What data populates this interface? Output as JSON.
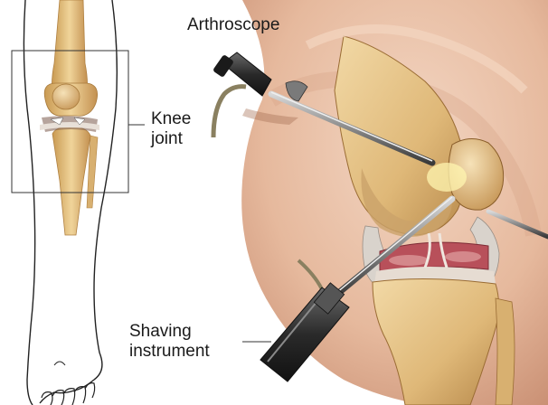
{
  "labels": {
    "arthroscope": "Arthroscope",
    "knee_line1": "Knee",
    "knee_line2": "joint",
    "shaving_line1": "Shaving",
    "shaving_line2": "instrument"
  },
  "colors": {
    "skin": "#e8bfa3",
    "skin_shadow": "#c98f73",
    "bone": "#e9c98a",
    "bone_shadow": "#b98a44",
    "cartilage": "#d9c7b8",
    "meniscus": "#b8505a",
    "instrument_metal": "#9a9a9a",
    "instrument_dark": "#2b2b2b",
    "outline": "#222222"
  }
}
